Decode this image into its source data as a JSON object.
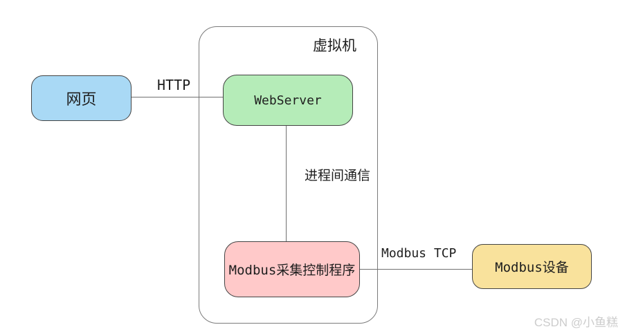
{
  "diagram": {
    "vm_container": {
      "label": "虚拟机",
      "border_color": "#7a7a7a"
    },
    "nodes": {
      "web": {
        "label": "网页",
        "fill": "#a9d9f5"
      },
      "webserver": {
        "label": "WebServer",
        "fill": "#b5ecb8"
      },
      "modbus_program": {
        "label": "Modbus采集控制程序",
        "fill": "#ffc9c9"
      },
      "modbus_device": {
        "label": "Modbus设备",
        "fill": "#f9e29c"
      }
    },
    "edges": {
      "http": {
        "label": "HTTP"
      },
      "ipc": {
        "label": "进程间通信"
      },
      "modbus_tcp": {
        "label": "Modbus TCP"
      }
    },
    "colors": {
      "edge_line": "#707070",
      "node_border": "#434343",
      "text": "#1e1e1e",
      "watermark": "#cccccc",
      "background": "#ffffff"
    },
    "watermark": "CSDN @小鱼糕"
  }
}
